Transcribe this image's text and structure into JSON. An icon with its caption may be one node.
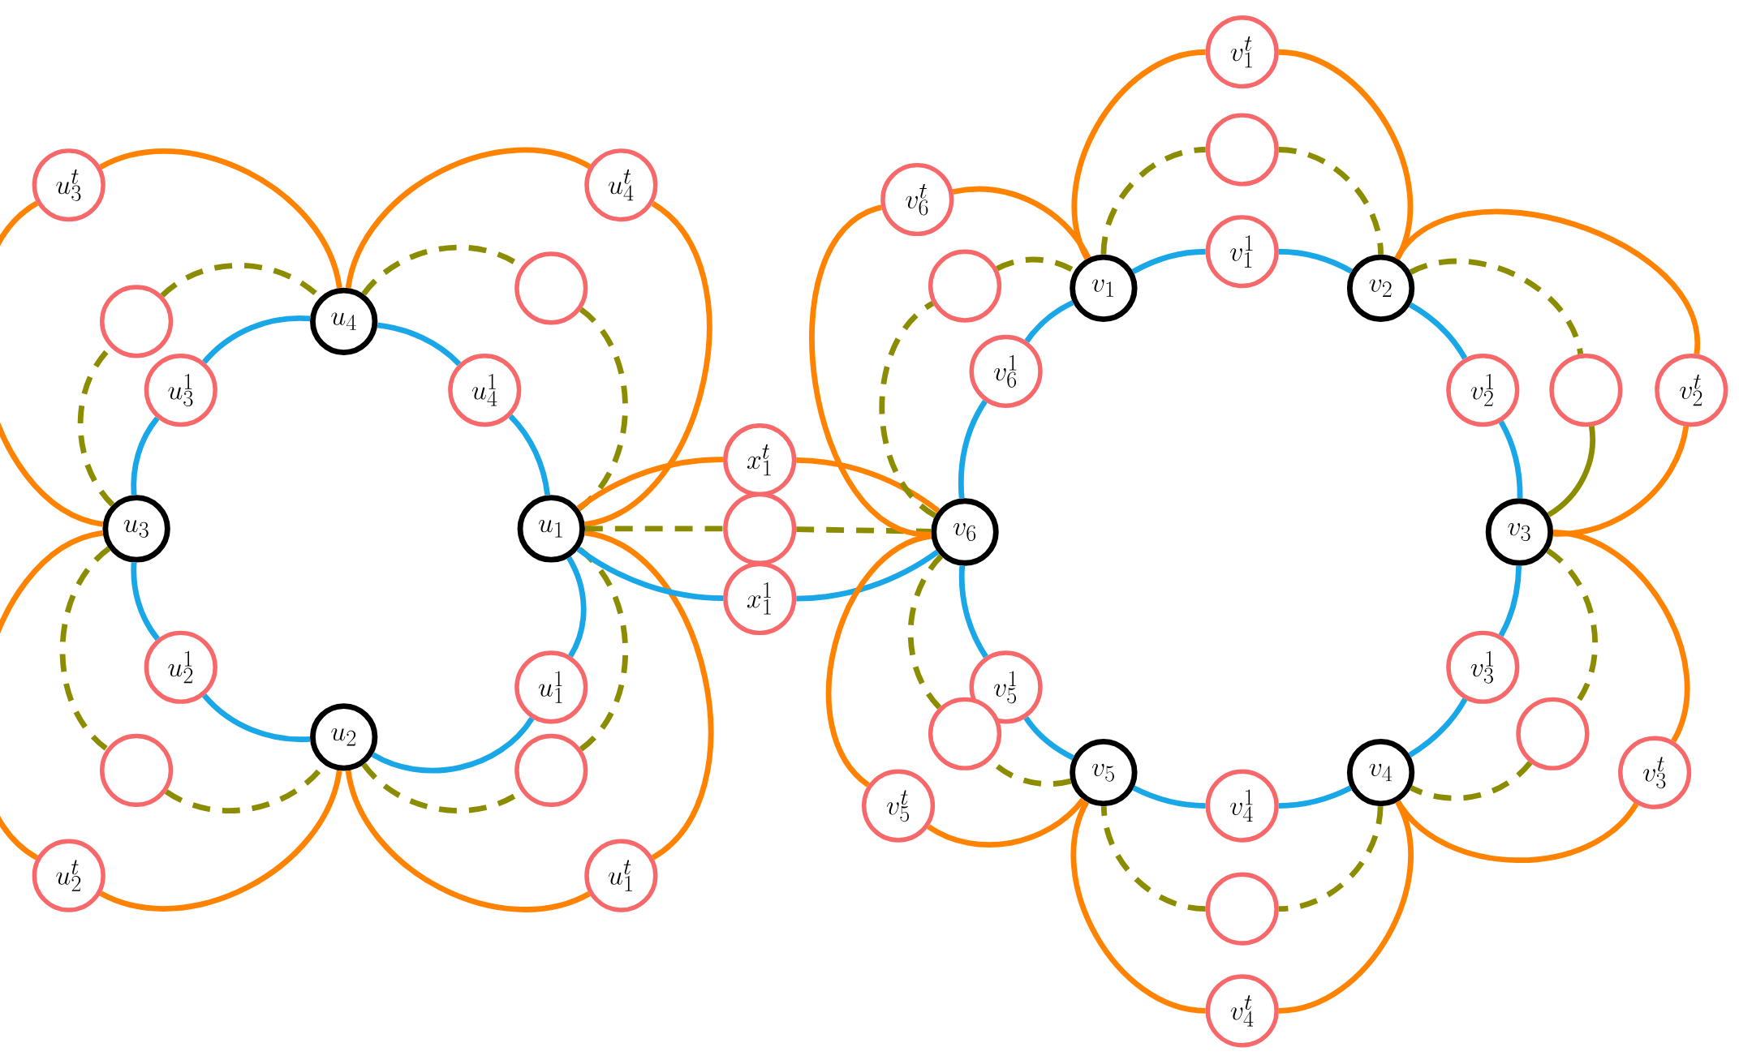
{
  "diagram": {
    "nodes": [
      {
        "text": [
          "u_1"
        ]
      },
      {
        "text": [
          "u_2"
        ]
      },
      {
        "text": [
          "u_3"
        ]
      },
      {
        "text": [
          "u_4"
        ]
      },
      {
        "text": [
          "v_1"
        ]
      },
      {
        "text": [
          "v_2"
        ]
      },
      {
        "text": [
          "v_3"
        ]
      },
      {
        "text": [
          "v_4"
        ]
      },
      {
        "text": [
          "v_5"
        ]
      },
      {
        "text": [
          "v_6"
        ]
      },
      {
        "text": [
          "u_1^t"
        ]
      },
      {
        "text": [
          "u_2^t"
        ]
      },
      {
        "text": [
          "u_3^t"
        ]
      },
      {
        "text": [
          "u_4^t"
        ]
      },
      {
        "text": [
          "u_1^1"
        ]
      },
      {
        "text": [
          "u_2^1"
        ]
      },
      {
        "text": [
          "u_3^1"
        ]
      },
      {
        "text": [
          "u_4^1"
        ]
      },
      {
        "text": [],
        "shape": "circle"
      },
      {
        "text": [],
        "shape": "circle"
      },
      {
        "text": [],
        "shape": "circle"
      },
      {
        "text": [],
        "shape": "circle"
      },
      {
        "text": [
          "x_1^t"
        ]
      },
      {
        "text": [],
        "shape": "circle"
      },
      {
        "text": [
          "x_1^1"
        ]
      },
      {
        "text": [
          "v_1^t"
        ]
      },
      {
        "text": [],
        "shape": "circle"
      },
      {
        "text": [
          "v_1^1"
        ]
      },
      {
        "text": [
          "v_2^1"
        ]
      },
      {
        "text": [],
        "shape": "circle"
      },
      {
        "text": [
          "v_2^t"
        ]
      },
      {
        "text": [
          "v_3^1"
        ]
      },
      {
        "text": [],
        "shape": "circle"
      },
      {
        "text": [
          "v_3^t"
        ]
      },
      {
        "text": [
          "v_4^1"
        ]
      },
      {
        "text": [],
        "shape": "circle"
      },
      {
        "text": [
          "v_4^t"
        ]
      },
      {
        "text": [
          "v_5^1"
        ]
      },
      {
        "text": [],
        "shape": "circle"
      },
      {
        "text": [
          "v_5^t"
        ]
      },
      {
        "text": [
          "v_6^1"
        ]
      },
      {
        "text": [],
        "shape": "circle"
      },
      {
        "text": [
          "v_6^t"
        ]
      }
    ],
    "edges": [
      {
        "from": 3,
        "to": 17,
        "arrow": "none",
        "color": "#1aa7e8"
      },
      {
        "from": 17,
        "to": 0,
        "arrow": "none",
        "color": "#1aa7e8"
      },
      {
        "from": 2,
        "to": 16,
        "arrow": "none",
        "color": "#1aa7e8"
      },
      {
        "from": 16,
        "to": 3,
        "arrow": "none",
        "color": "#1aa7e8"
      },
      {
        "from": 2,
        "to": 15,
        "arrow": "none",
        "color": "#1aa7e8"
      },
      {
        "from": 15,
        "to": 1,
        "arrow": "none",
        "color": "#1aa7e8"
      },
      {
        "from": 1,
        "to": 14,
        "arrow": "none",
        "color": "#1aa7e8"
      },
      {
        "from": 14,
        "to": 0,
        "arrow": "none",
        "color": "#1aa7e8"
      },
      {
        "from": 3,
        "to": 13,
        "arrow": "none",
        "color": "#ff8200"
      },
      {
        "from": 13,
        "to": 0,
        "arrow": "none",
        "color": "#ff8200"
      },
      {
        "from": 2,
        "to": 12,
        "arrow": "none",
        "color": "#ff8200"
      },
      {
        "from": 12,
        "to": 3,
        "arrow": "none",
        "color": "#ff8200"
      },
      {
        "from": 2,
        "to": 11,
        "arrow": "none",
        "color": "#ff8200"
      },
      {
        "from": 11,
        "to": 1,
        "arrow": "none",
        "color": "#ff8200"
      },
      {
        "from": 1,
        "to": 10,
        "arrow": "none",
        "color": "#ff8200"
      },
      {
        "from": 10,
        "to": 0,
        "arrow": "none",
        "color": "#ff8200"
      },
      {
        "from": 3,
        "to": 18,
        "arrow": "none",
        "style": "dashed",
        "color": "#8c8c00"
      },
      {
        "from": 18,
        "to": 0,
        "arrow": "none",
        "style": "dashed",
        "color": "#8c8c00"
      },
      {
        "from": 2,
        "to": 19,
        "arrow": "none",
        "style": "dashed",
        "color": "#8c8c00"
      },
      {
        "from": 19,
        "to": 3,
        "arrow": "none",
        "style": "dashed",
        "color": "#8c8c00"
      },
      {
        "from": 2,
        "to": 20,
        "arrow": "none",
        "style": "dashed",
        "color": "#8c8c00"
      },
      {
        "from": 20,
        "to": 1,
        "arrow": "none",
        "style": "dashed",
        "color": "#8c8c00"
      },
      {
        "from": 1,
        "to": 21,
        "arrow": "none",
        "style": "dashed",
        "color": "#8c8c00"
      },
      {
        "from": 21,
        "to": 0,
        "arrow": "none",
        "style": "dashed",
        "color": "#8c8c00"
      },
      {
        "from": 0,
        "to": 22,
        "arrow": "none",
        "color": "#ff8200"
      },
      {
        "from": 22,
        "to": 9,
        "arrow": "none",
        "color": "#ff8200"
      },
      {
        "from": 0,
        "to": 23,
        "arrow": "none",
        "style": "dashed",
        "color": "#8c8c00"
      },
      {
        "from": 23,
        "to": 9,
        "arrow": "none",
        "style": "dashed",
        "color": "#8c8c00"
      },
      {
        "from": 0,
        "to": 24,
        "arrow": "none",
        "color": "#1aa7e8"
      },
      {
        "from": 24,
        "to": 9,
        "arrow": "none",
        "color": "#1aa7e8"
      },
      {
        "from": 4,
        "to": 27,
        "arrow": "none",
        "color": "#1aa7e8"
      },
      {
        "from": 27,
        "to": 5,
        "arrow": "none",
        "color": "#1aa7e8"
      },
      {
        "from": 4,
        "to": 26,
        "arrow": "none",
        "style": "dashed",
        "color": "#8c8c00"
      },
      {
        "from": 26,
        "to": 5,
        "arrow": "none",
        "style": "dashed",
        "color": "#8c8c00"
      },
      {
        "from": 4,
        "to": 25,
        "arrow": "none",
        "color": "#ff8200"
      },
      {
        "from": 25,
        "to": 5,
        "arrow": "none",
        "color": "#ff8200"
      },
      {
        "from": 5,
        "to": 28,
        "arrow": "none",
        "color": "#1aa7e8"
      },
      {
        "from": 28,
        "to": 6,
        "arrow": "none",
        "color": "#1aa7e8"
      },
      {
        "from": 5,
        "to": 29,
        "arrow": "none",
        "style": "dashed",
        "color": "#8c8c00"
      },
      {
        "from": 29,
        "to": 6,
        "arrow": "none",
        "color": "#8c8c00"
      },
      {
        "from": 5,
        "to": 30,
        "arrow": "none",
        "color": "#ff8200"
      },
      {
        "from": 30,
        "to": 6,
        "arrow": "none",
        "color": "#ff8200"
      },
      {
        "from": 6,
        "to": 31,
        "arrow": "none",
        "color": "#1aa7e8"
      },
      {
        "from": 31,
        "to": 7,
        "arrow": "none",
        "color": "#1aa7e8"
      },
      {
        "from": 6,
        "to": 32,
        "arrow": "none",
        "style": "dashed",
        "color": "#8c8c00"
      },
      {
        "from": 32,
        "to": 7,
        "arrow": "none",
        "style": "dashed",
        "color": "#8c8c00"
      },
      {
        "from": 6,
        "to": 33,
        "arrow": "none",
        "color": "#ff8200"
      },
      {
        "from": 33,
        "to": 7,
        "arrow": "none",
        "color": "#ff8200"
      },
      {
        "from": 7,
        "to": 34,
        "arrow": "none",
        "color": "#1aa7e8"
      },
      {
        "from": 34,
        "to": 8,
        "arrow": "none",
        "color": "#1aa7e8"
      },
      {
        "from": 7,
        "to": 35,
        "arrow": "none",
        "style": "dashed",
        "color": "#8c8c00"
      },
      {
        "from": 35,
        "to": 8,
        "arrow": "none",
        "style": "dashed",
        "color": "#8c8c00"
      },
      {
        "from": 7,
        "to": 36,
        "arrow": "none",
        "color": "#ff8200"
      },
      {
        "from": 36,
        "to": 8,
        "arrow": "none",
        "color": "#ff8200"
      },
      {
        "from": 8,
        "to": 37,
        "arrow": "none",
        "color": "#1aa7e8"
      },
      {
        "from": 37,
        "to": 9,
        "arrow": "none",
        "color": "#1aa7e8"
      },
      {
        "from": 8,
        "to": 38,
        "arrow": "none",
        "style": "dashed",
        "color": "#8c8c00"
      },
      {
        "from": 38,
        "to": 9,
        "arrow": "none",
        "style": "dashed",
        "color": "#8c8c00"
      },
      {
        "from": 8,
        "to": 39,
        "arrow": "none",
        "color": "#ff8200"
      },
      {
        "from": 39,
        "to": 9,
        "arrow": "none",
        "color": "#ff8200"
      },
      {
        "from": 9,
        "to": 40,
        "arrow": "none",
        "color": "#1aa7e8"
      },
      {
        "from": 40,
        "to": 4,
        "arrow": "none",
        "color": "#1aa7e8"
      },
      {
        "from": 9,
        "to": 41,
        "arrow": "none",
        "style": "dashed",
        "color": "#8c8c00"
      },
      {
        "from": 41,
        "to": 4,
        "arrow": "none",
        "style": "dashed",
        "color": "#8c8c00"
      },
      {
        "from": 9,
        "to": 42,
        "arrow": "none",
        "color": "#ff8200"
      },
      {
        "from": 42,
        "to": 4,
        "arrow": "none",
        "color": "#ff8200"
      }
    ]
  }
}
